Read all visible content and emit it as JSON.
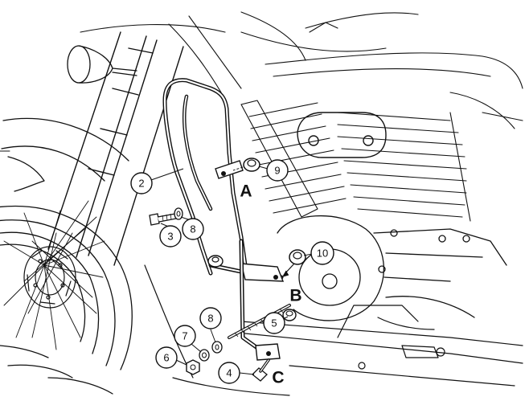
{
  "diagram": {
    "callouts": [
      {
        "id": "c2",
        "number": "2"
      },
      {
        "id": "c3",
        "number": "3"
      },
      {
        "id": "c8a",
        "number": "8"
      },
      {
        "id": "c9",
        "number": "9"
      },
      {
        "id": "c10",
        "number": "10"
      },
      {
        "id": "c5",
        "number": "5"
      },
      {
        "id": "c8b",
        "number": "8"
      },
      {
        "id": "c7",
        "number": "7"
      },
      {
        "id": "c6",
        "number": "6"
      },
      {
        "id": "c4",
        "number": "4"
      }
    ],
    "mount_points": [
      {
        "id": "pA",
        "letter": "A"
      },
      {
        "id": "pB",
        "letter": "B"
      },
      {
        "id": "pC",
        "letter": "C"
      }
    ]
  }
}
